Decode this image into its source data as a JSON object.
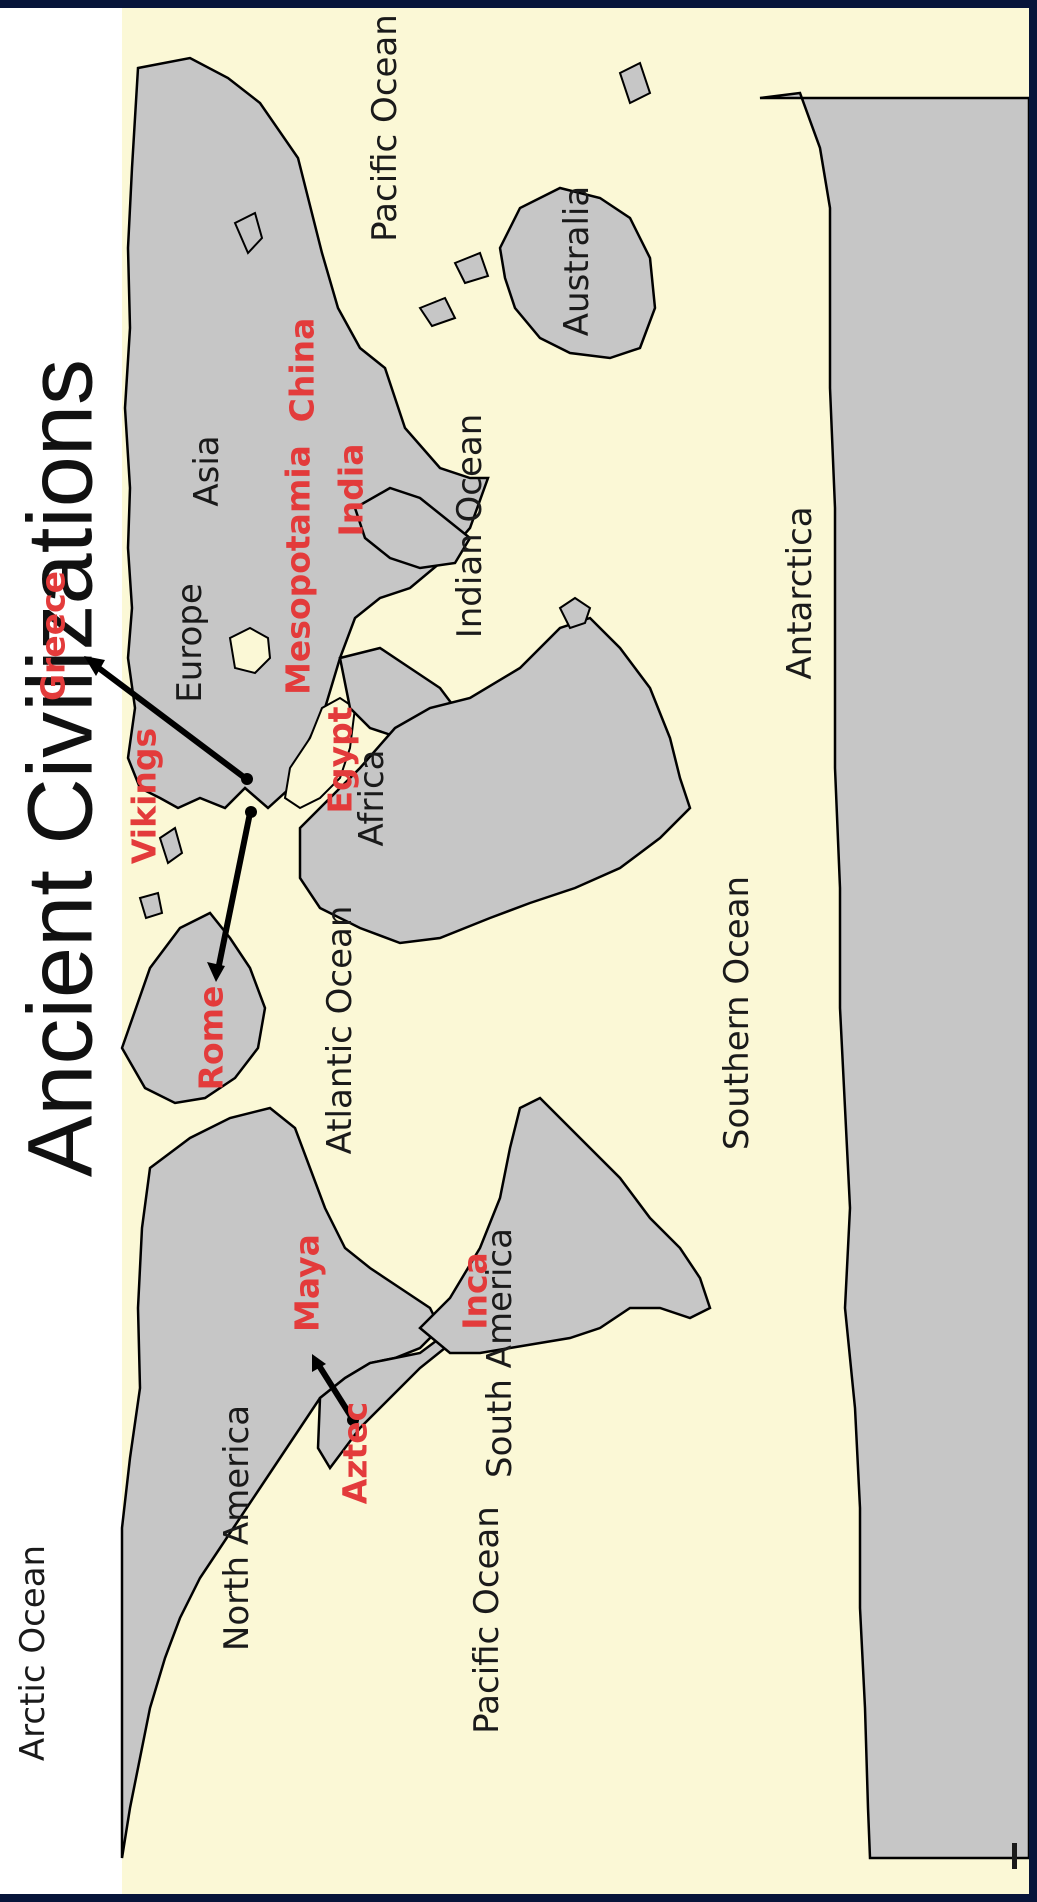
{
  "title": "Ancient Civilizations",
  "oceans": {
    "arctic": "Arctic Ocean",
    "pacific_east": "Pacific Ocean",
    "pacific_west": "Pacific Ocean",
    "atlantic": "Atlantic Ocean",
    "indian": "Indian Ocean",
    "southern": "Southern Ocean"
  },
  "continents": {
    "north_america": "North America",
    "south_america": "South America",
    "europe": "Europe",
    "asia": "Asia",
    "africa": "Africa",
    "australia": "Australia",
    "antarctica": "Antarctica"
  },
  "civilizations": {
    "greece": "Greece",
    "vikings": "Vikings",
    "rome": "Rome",
    "egypt": "Egypt",
    "mesopotamia": "Mesopotamia",
    "india": "India",
    "china": "China",
    "maya": "Maya",
    "aztec": "Aztec",
    "inca": "Inca"
  },
  "colors": {
    "land": "#c6c6c6",
    "water": "#fbf8d6",
    "civilization_label": "#e33b3b",
    "frame": "#07153a"
  }
}
